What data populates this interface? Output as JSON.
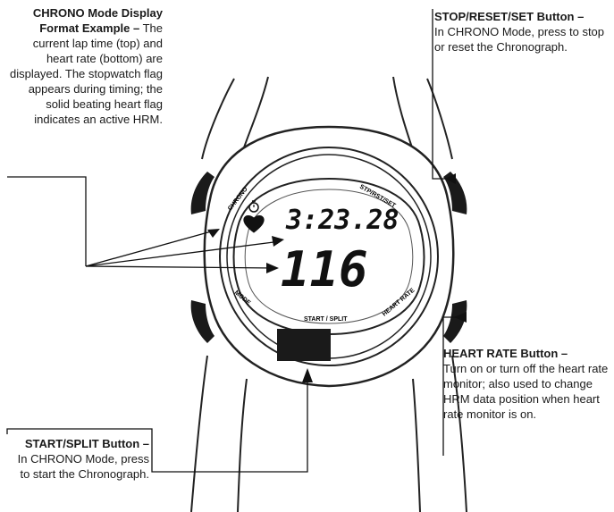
{
  "callouts": {
    "chrono": {
      "lead": "CHRONO Mode Display Format Example –",
      "body": "The current lap time (top) and heart rate (bottom) are displayed. The stopwatch flag appears during timing; the solid beating heart flag indicates an active HRM."
    },
    "stop": {
      "lead": "STOP/RESET/SET Button –",
      "body": "In CHRONO Mode, press to stop or reset the Chronograph."
    },
    "heart": {
      "lead": "HEART RATE Button –",
      "body": "Turn on or turn off the heart rate monitor; also used to change HRM data position when heart rate monitor is on."
    },
    "start": {
      "lead": "START/SPLIT Button –",
      "body": "In CHRONO Mode, press to start the Chronograph."
    }
  },
  "watch": {
    "label_chrono": "CHRONO",
    "label_stop_reset_set": "STP/RST/SET",
    "label_mode": "MODE",
    "label_heart_rate": "HEART RATE",
    "label_start_split": "START / SPLIT",
    "lap_time": "3:23.28",
    "heart_rate_value": "116"
  },
  "icons": {
    "stopwatch_flag": "stopwatch-icon",
    "heart_flag": "heart-icon"
  }
}
